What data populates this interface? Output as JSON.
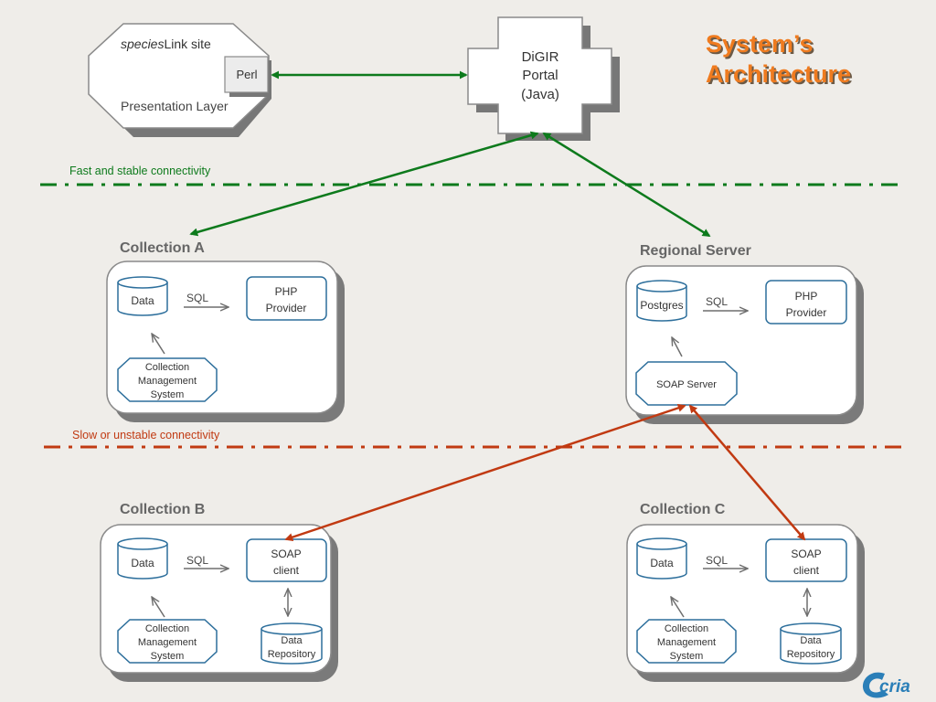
{
  "title": {
    "line1": "System’s",
    "line2": "Architecture"
  },
  "species_link": {
    "name_italic": "species",
    "name_rest": "Link site",
    "perl_label": "Perl",
    "layer_label": "Presentation Layer"
  },
  "portal": {
    "line1": "DiGIR",
    "line2": "Portal",
    "line3": "(Java)"
  },
  "connectivity": {
    "fast_label": "Fast and stable connectivity",
    "slow_label": "Slow or unstable connectivity"
  },
  "collection_a": {
    "title": "Collection A",
    "data_label": "Data",
    "sql_label": "SQL",
    "provider_line1": "PHP",
    "provider_line2": "Provider",
    "cms_line1": "Collection",
    "cms_line2": "Management",
    "cms_line3": "System"
  },
  "regional_server": {
    "title": "Regional Server",
    "db_label": "Postgres",
    "sql_label": "SQL",
    "provider_line1": "PHP",
    "provider_line2": "Provider",
    "soap_server_label": "SOAP Server"
  },
  "collection_b": {
    "title": "Collection B",
    "data_label": "Data",
    "sql_label": "SQL",
    "client_line1": "SOAP",
    "client_line2": "client",
    "cms_line1": "Collection",
    "cms_line2": "Management",
    "cms_line3": "System",
    "repo_line1": "Data",
    "repo_line2": "Repository"
  },
  "collection_c": {
    "title": "Collection C",
    "data_label": "Data",
    "sql_label": "SQL",
    "client_line1": "SOAP",
    "client_line2": "client",
    "cms_line1": "Collection",
    "cms_line2": "Management",
    "cms_line3": "System",
    "repo_line1": "Data",
    "repo_line2": "Repository"
  },
  "logo": {
    "text": "cria"
  },
  "colors": {
    "green": "#0d7a1c",
    "red": "#c13a12",
    "blue": "#2d6f9c",
    "gray": "#6e6e6e",
    "title_orange": "#ef7b1f"
  }
}
